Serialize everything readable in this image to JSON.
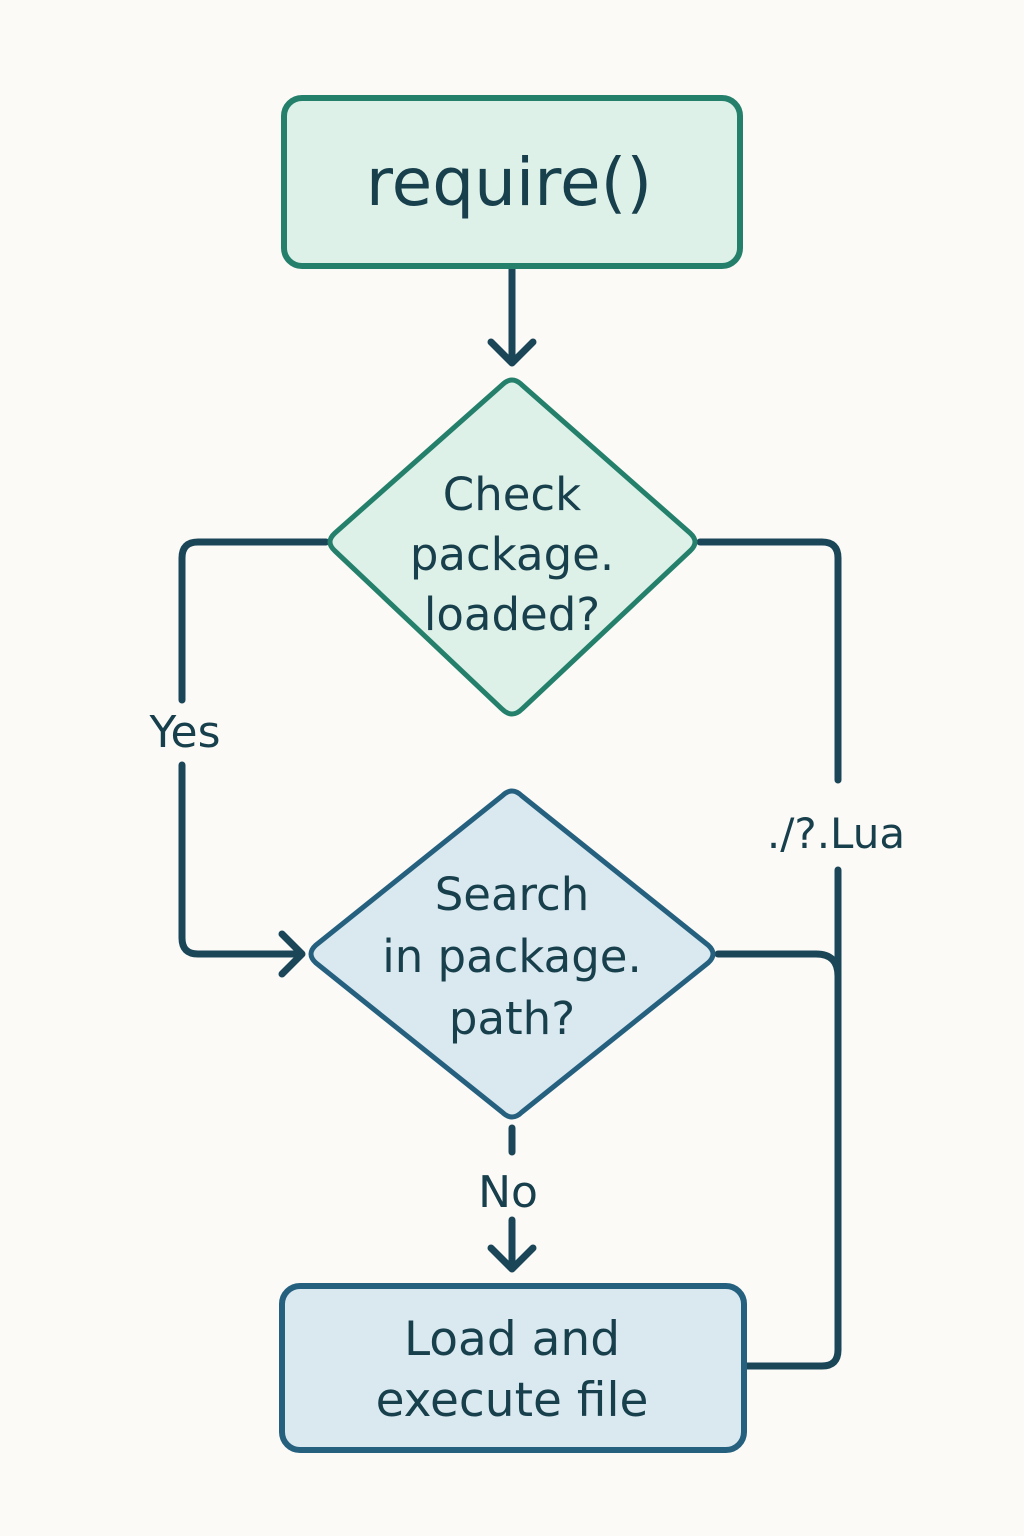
{
  "nodes": {
    "start": {
      "label": "require()"
    },
    "check": {
      "line1": "Check",
      "line2": "package.",
      "line3": "loaded?"
    },
    "search": {
      "line1": "Search",
      "line2": "in package.",
      "line3": "path?"
    },
    "load": {
      "line1": "Load and",
      "line2": "execute file"
    }
  },
  "edges": {
    "yes_label": "Yes",
    "no_label": "No",
    "path_label": "./?.Lua"
  },
  "colors": {
    "green_stroke": "#24806b",
    "green_fill": "#def1e8",
    "blue_stroke": "#25607f",
    "blue_fill": "#dae9f0",
    "line": "#1b4658",
    "text": "#173f4c",
    "background": "#fbfaf7"
  }
}
